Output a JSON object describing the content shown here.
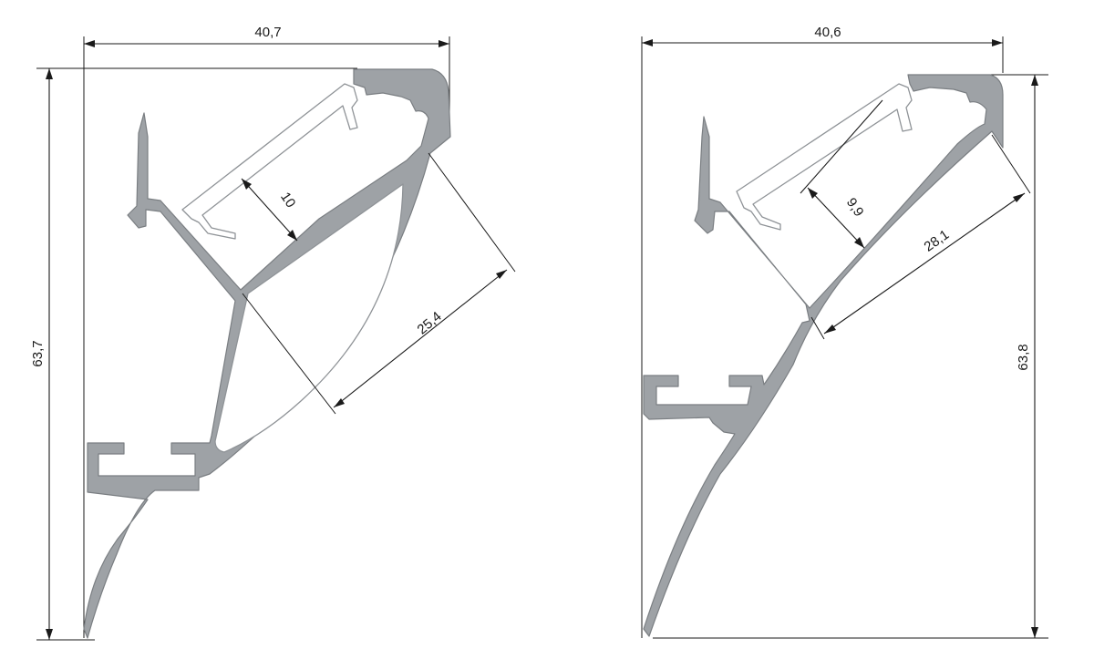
{
  "drawings": [
    {
      "id": "profile-left",
      "dimensions": {
        "width": "40,7",
        "height": "63,7",
        "led_gap": "10",
        "diffuser_depth": "25,4"
      }
    },
    {
      "id": "profile-right",
      "dimensions": {
        "width": "40,6",
        "height": "63,8",
        "led_gap": "9,9",
        "diffuser_depth": "28,1"
      }
    }
  ],
  "colors": {
    "profile_fill": "#9ea2a6",
    "line": "#1a1a1a",
    "background": "#ffffff"
  }
}
